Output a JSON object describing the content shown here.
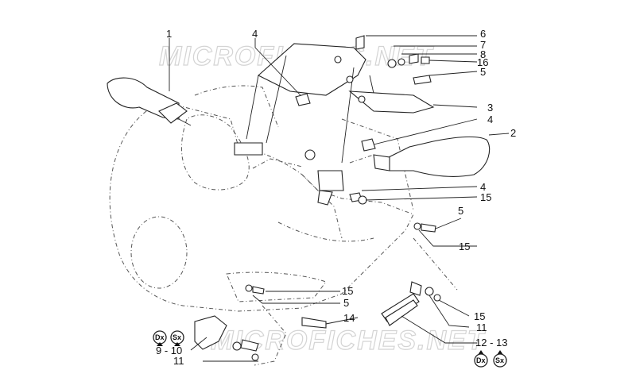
{
  "watermarks": [
    "MICROFICHES.NET",
    "MICROFICHES.NET"
  ],
  "callouts": {
    "c1": "1",
    "c2": "2",
    "c3": "3",
    "c4a": "4",
    "c4b": "4",
    "c4c": "4",
    "c5a": "5",
    "c5b": "5",
    "c5c": "5",
    "c6": "6",
    "c7": "7",
    "c8": "8",
    "c9_10": "9 - 10",
    "c11a": "11",
    "c11b": "11",
    "c12_13": "12 - 13",
    "c14": "14",
    "c15a": "15",
    "c15b": "15",
    "c15c": "15",
    "c15d": "15",
    "c16": "16"
  },
  "badges": {
    "left_dx": "Dx",
    "left_sx": "Sx",
    "right_dx": "Dx",
    "right_sx": "Sx"
  }
}
